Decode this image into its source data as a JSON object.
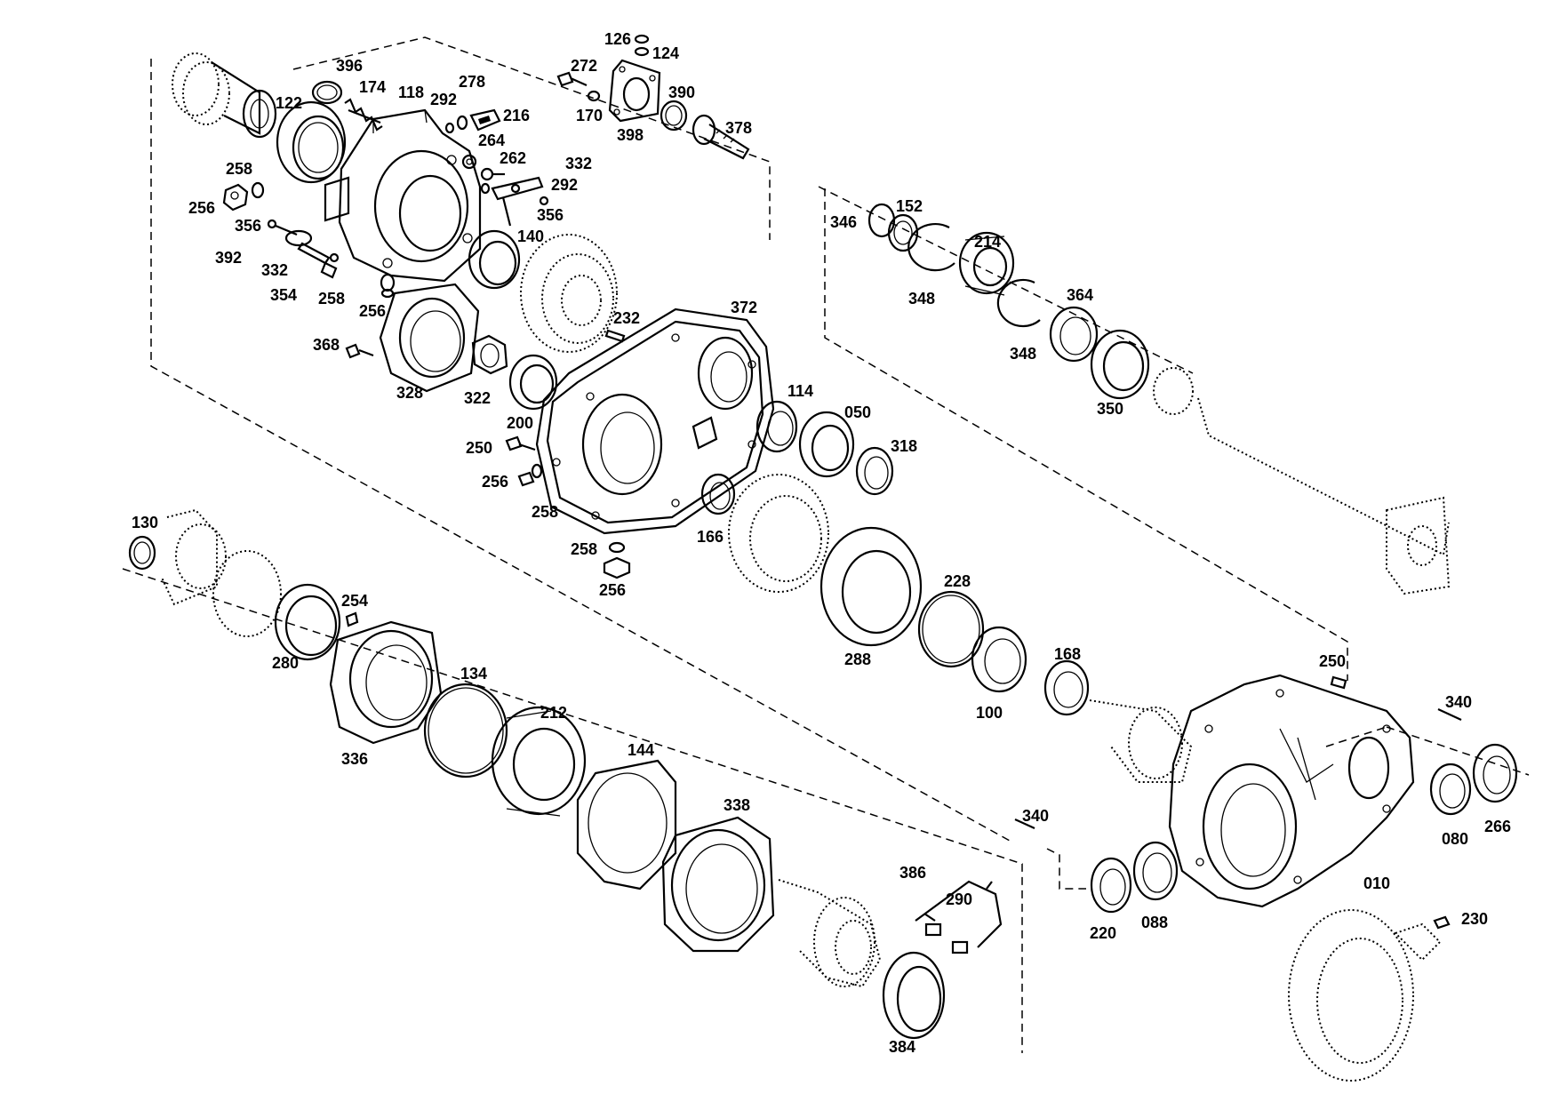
{
  "labels": {
    "p396": "396",
    "p174": "174",
    "p118": "118",
    "p278": "278",
    "p292a": "292",
    "p216": "216",
    "p264": "264",
    "p262": "262",
    "p332a": "332",
    "p292b": "292",
    "p356a": "356",
    "p122": "122",
    "p258a": "258",
    "p256a": "256",
    "p356b": "356",
    "p392": "392",
    "p332b": "332",
    "p354": "354",
    "p258b": "258",
    "p256b": "256",
    "p126": "126",
    "p124": "124",
    "p272": "272",
    "p390": "390",
    "p170": "170",
    "p398": "398",
    "p378": "378",
    "p140": "140",
    "p372": "372",
    "p232": "232",
    "p368": "368",
    "p328": "328",
    "p322": "322",
    "p200": "200",
    "p114": "114",
    "p050": "050",
    "p318": "318",
    "p250a": "250",
    "p256c": "256",
    "p258c": "258",
    "p166": "166",
    "p258d": "258",
    "p256d": "256",
    "p346": "346",
    "p152": "152",
    "p214": "214",
    "p348a": "348",
    "p364": "364",
    "p348b": "348",
    "p350": "350",
    "p130": "130",
    "p254": "254",
    "p280": "280",
    "p336": "336",
    "p134": "134",
    "p212": "212",
    "p144": "144",
    "p338": "338",
    "p288": "288",
    "p228": "228",
    "p100": "100",
    "p168": "168",
    "p250b": "250",
    "p340a": "340",
    "p340b": "340",
    "p080": "080",
    "p266": "266",
    "p010": "010",
    "p220": "220",
    "p088": "088",
    "p230": "230",
    "p386": "386",
    "p290": "290",
    "p384": "384"
  },
  "colors": {
    "ink": "#000000",
    "paper": "#ffffff"
  }
}
